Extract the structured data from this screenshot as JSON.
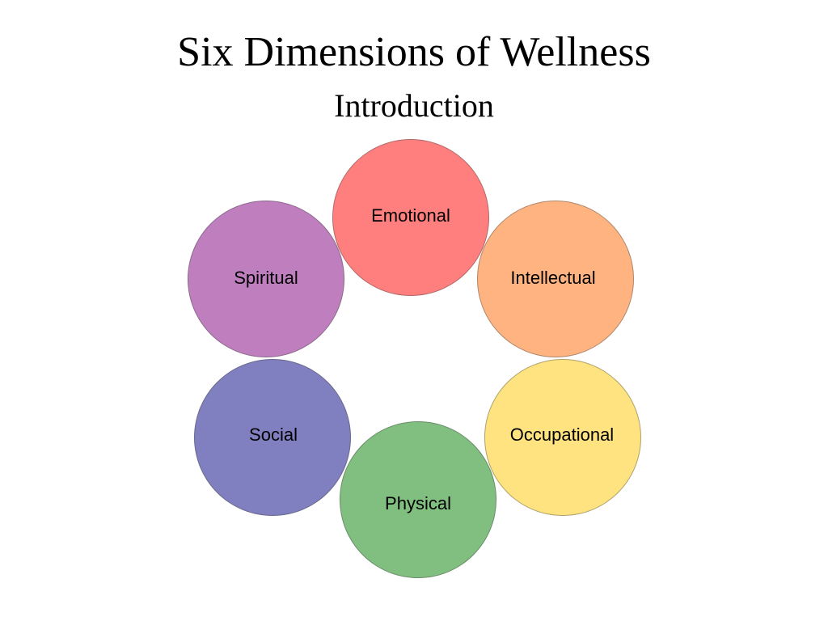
{
  "slide": {
    "title": "Six Dimensions of Wellness",
    "subtitle": "Introduction"
  },
  "dimensions": [
    {
      "key": "emotional",
      "label": "Emotional",
      "color": "#FF7F7E"
    },
    {
      "key": "intellectual",
      "label": "Intellectual",
      "color": "#FFB380"
    },
    {
      "key": "occupational",
      "label": "Occupational",
      "color": "#FEE380"
    },
    {
      "key": "physical",
      "label": "Physical",
      "color": "#80BF80"
    },
    {
      "key": "social",
      "label": "Social",
      "color": "#807FBF"
    },
    {
      "key": "spiritual",
      "label": "Spiritual",
      "color": "#BF7FBF"
    }
  ]
}
